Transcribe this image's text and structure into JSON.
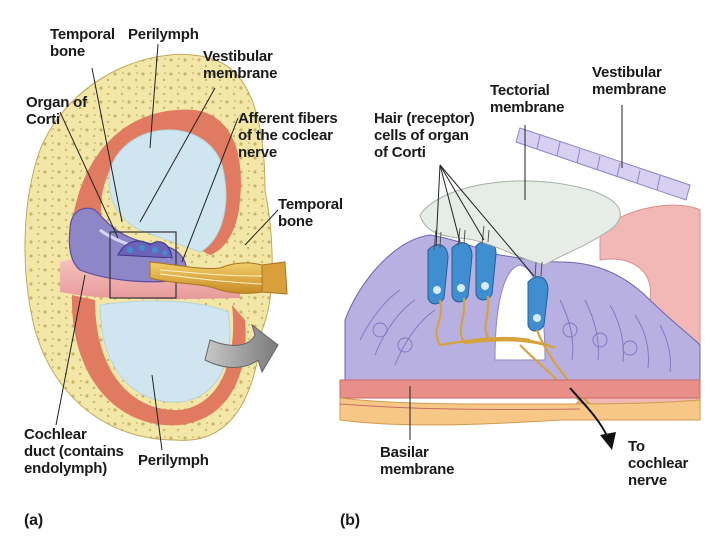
{
  "panel_a": {
    "caption": "(a)",
    "labels": {
      "temporal_bone_top": "Temporal\nbone",
      "perilymph_top": "Perilymph",
      "vestibular_membrane": "Vestibular\nmembrane",
      "organ_of_corti": "Organ of\nCorti",
      "afferent_fibers": "Afferent fibers\nof the coclear\nnerve",
      "temporal_bone_right": "Temporal\nbone",
      "cochlear_duct": "Cochlear\nduct (contains\nendolymph)",
      "perilymph_bottom": "Perilymph"
    }
  },
  "panel_b": {
    "caption": "(b)",
    "labels": {
      "hair_cells": "Hair (receptor)\ncells of organ\nof Corti",
      "tectorial_membrane": "Tectorial\nmembrane",
      "vestibular_membrane": "Vestibular\nmembrane",
      "basilar_membrane": "Basilar\nmembrane",
      "to_cochlear_nerve": "To\ncochlear\nnerve"
    }
  },
  "colors": {
    "bone": "#f3e7a8",
    "perilymph": "#cfe6f0",
    "membrane_red": "#e07a60",
    "pink_tissue": "#f2b8b5",
    "nerve": "#e2b24a",
    "organ_purple": "#8f86c8",
    "hair_cell_blue": "#3f8fd0",
    "tectorial": "#e6ece6"
  }
}
